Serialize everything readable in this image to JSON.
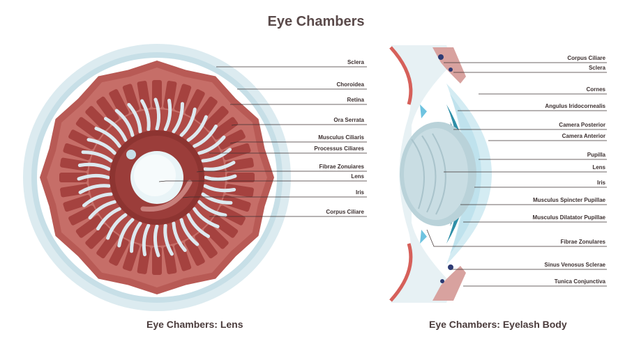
{
  "title": "Eye Chambers",
  "left": {
    "caption": "Eye Chambers: Lens",
    "labels": [
      "Sclera",
      "Choroidea",
      "Retina",
      "Ora Serrata",
      "Musculus Ciliaris",
      "Processus Ciliares",
      "Fibrae Zonuiares",
      "Lens",
      "Iris",
      "Corpus Ciliare"
    ]
  },
  "right": {
    "caption": "Eye Chambers: Eyelash Body",
    "labels": [
      "Corpus Ciliare",
      "Sclera",
      "Cornes",
      "Angulus Iridocornealis",
      "Camera Posterior",
      "Camera Anterior",
      "Pupilla",
      "Lens",
      "Iris",
      "Musculus Spincter Pupillae",
      "Musculus Dilatator Pupillae",
      "Fibrae Zonulares",
      "Sinus Venosus Sclerae",
      "Tunica Conjunctiva"
    ]
  },
  "colors": {
    "sclera_outer": "#cfe3ea",
    "choroid": "#b85a55",
    "retina": "#c56b66",
    "ciliary": "#a5423f",
    "processes": "#dde9ef",
    "iris": "#8d3431",
    "lens": "#eef6f9",
    "cornea": "#d7eef5",
    "teal_dark": "#1f6f86",
    "teal_mid": "#2f8fa8"
  }
}
